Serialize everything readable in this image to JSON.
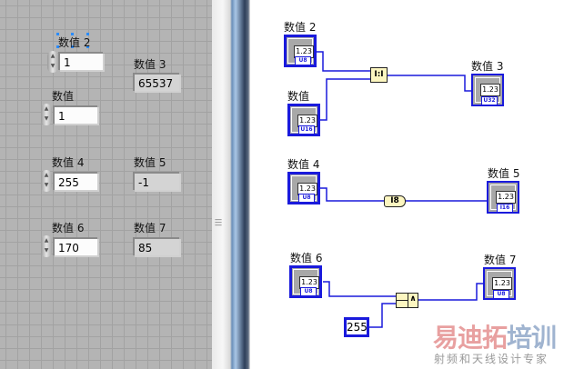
{
  "front_panel": {
    "controls": [
      {
        "label": "数值 2",
        "value": "1"
      },
      {
        "label": "数值",
        "value": "1"
      },
      {
        "label": "数值 4",
        "value": "255"
      },
      {
        "label": "数值 6",
        "value": "170"
      }
    ],
    "indicators": [
      {
        "label": "数值 3",
        "value": "65537"
      },
      {
        "label": "数值 5",
        "value": "-1"
      },
      {
        "label": "数值 7",
        "value": "85"
      }
    ]
  },
  "block_diagram": {
    "display_text": "1.23",
    "terminals": [
      {
        "label": "数值 2",
        "type": "U8"
      },
      {
        "label": "数值",
        "type": "U16"
      },
      {
        "label": "数值 3",
        "type": "U32"
      },
      {
        "label": "数值 4",
        "type": "U8"
      },
      {
        "label": "数值 5",
        "type": "I16"
      },
      {
        "label": "数值 6",
        "type": "U8"
      },
      {
        "label": "数值 7",
        "type": "U8"
      }
    ],
    "join_node": "I:I",
    "convert_node": "I8",
    "and_node": "∧",
    "constant": "255",
    "wire_color": "#1a1adc"
  },
  "watermark": {
    "title_a": "易迪拓",
    "title_b": "培训",
    "subtitle": "射频和天线设计专家"
  }
}
